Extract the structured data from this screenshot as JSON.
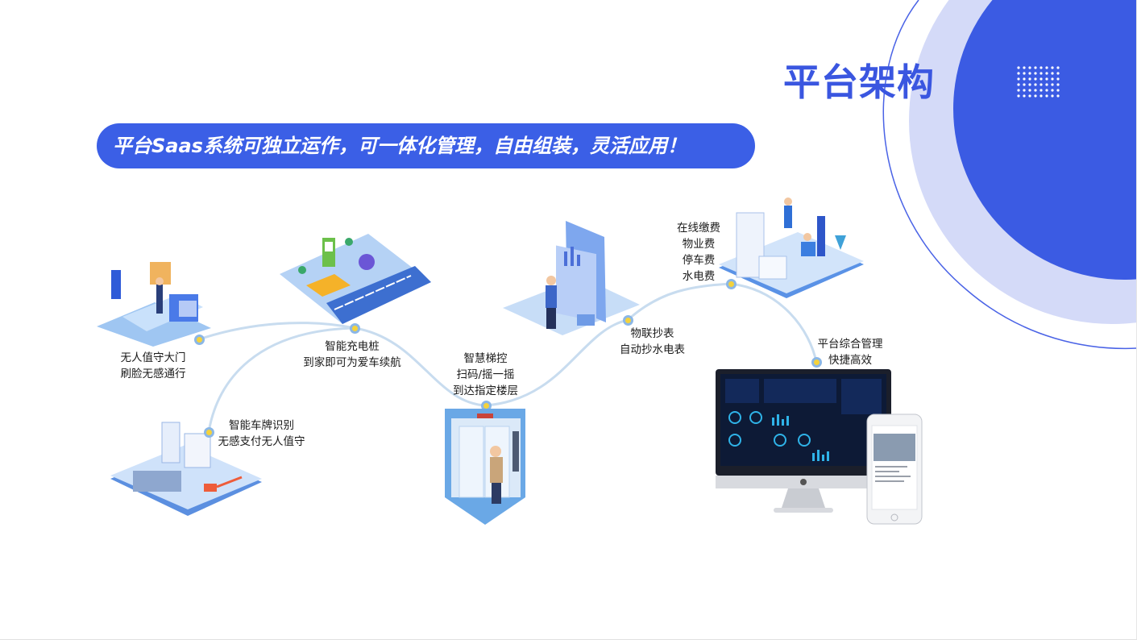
{
  "title": "平台架构",
  "banner": "平台Saas系统可独立运作，可一体化管理，自由组装，灵活应用！",
  "colors": {
    "brand": "#3b5fe6",
    "accent": "#f4d23c",
    "circle_light": "#cfd6f7"
  },
  "modules": [
    {
      "line1": "无人值守大门",
      "line2": "刷脸无感通行",
      "icon": "face-recognition-gate-icon"
    },
    {
      "line1": "智能充电桩",
      "line2": "到家即可为爱车续航",
      "icon": "charging-station-icon"
    },
    {
      "line1": "智能车牌识别",
      "line2": "无感支付无人值守",
      "icon": "license-plate-parking-icon"
    },
    {
      "line1": "智慧梯控",
      "line2": "扫码/摇一摇",
      "line3": "到达指定楼层",
      "icon": "elevator-icon"
    },
    {
      "line1": "物联抄表",
      "line2": "自动抄水电表",
      "icon": "meter-reading-icon"
    },
    {
      "line1": "在线缴费",
      "line2": "物业费",
      "line3": "停车费",
      "line4": "水电费",
      "icon": "online-payment-icon"
    },
    {
      "line1": "平台综合管理",
      "line2": "快捷高效",
      "icon": "dashboard-monitor-icon"
    }
  ]
}
